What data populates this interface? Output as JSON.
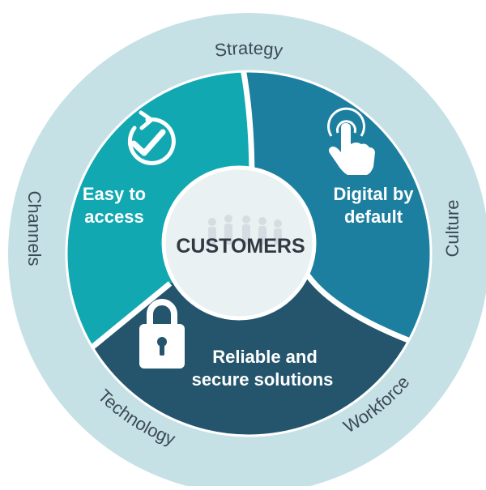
{
  "diagram": {
    "center": {
      "label": "CUSTOMERS"
    },
    "segments": [
      {
        "line1": "Easy to",
        "line2": "access",
        "icon": "refresh-check-icon",
        "color": "#11a8b2"
      },
      {
        "line1": "Digital by",
        "line2": "default",
        "icon": "touch-hand-icon",
        "color": "#1d7f9f"
      },
      {
        "line1": "Reliable and",
        "line2": "secure solutions",
        "icon": "padlock-icon",
        "color": "#24556d"
      }
    ],
    "outer_labels": {
      "top": "Strategy",
      "right": "Culture",
      "bottom_right": "Workforce",
      "bottom_left": "Technology",
      "left": "Channels"
    },
    "colors": {
      "outer_ring": "#c6e1e6",
      "center_circle": "#eaf1f3",
      "white_lines": "#ffffff"
    }
  }
}
